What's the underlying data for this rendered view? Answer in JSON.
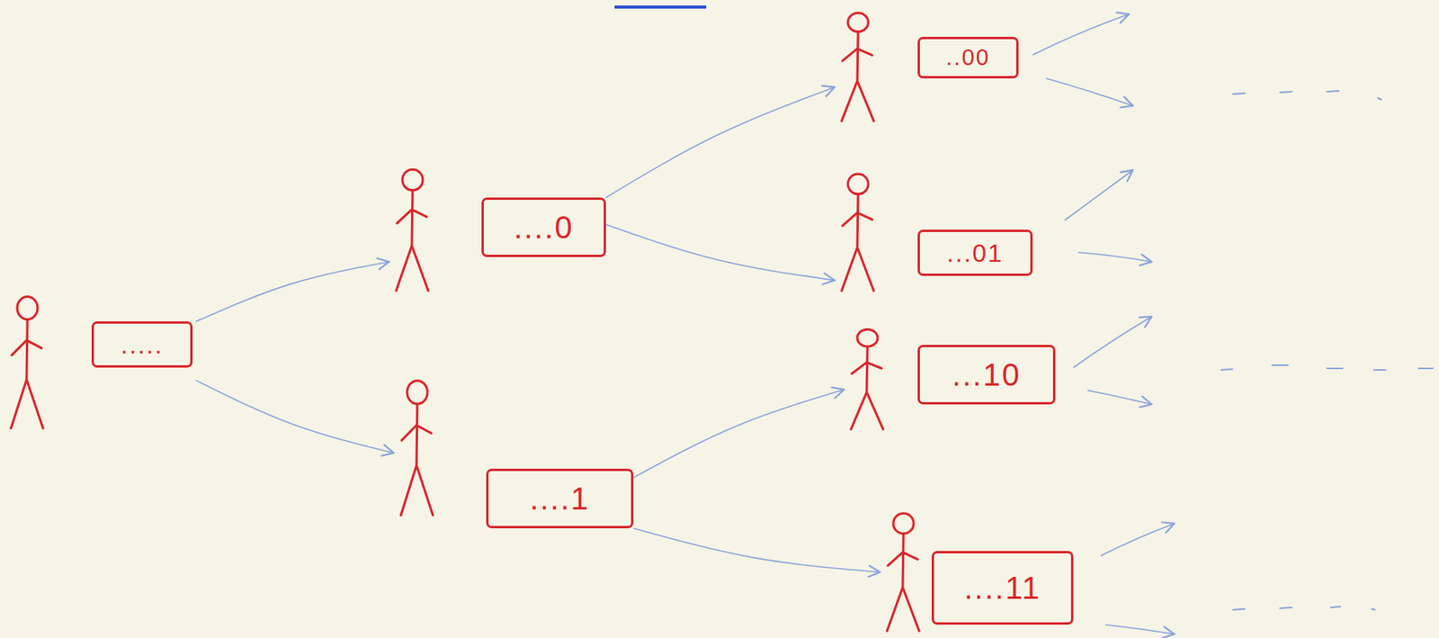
{
  "diagram": {
    "nodes": [
      {
        "text": [
          "....."
        ]
      },
      {
        "text": [
          "....0"
        ]
      },
      {
        "text": [
          "....1"
        ]
      },
      {
        "text": [
          "..00"
        ]
      },
      {
        "text": [
          "...01"
        ]
      },
      {
        "text": [
          "...10"
        ]
      },
      {
        "text": [
          "....11"
        ]
      }
    ],
    "edges": [
      {
        "from": 0,
        "to": 1,
        "arrow": "to"
      },
      {
        "from": 0,
        "to": 2,
        "arrow": "to"
      },
      {
        "from": 1,
        "to": 3,
        "arrow": "to"
      },
      {
        "from": 1,
        "to": 4,
        "arrow": "to"
      },
      {
        "from": 2,
        "to": 5,
        "arrow": "to"
      },
      {
        "from": 2,
        "to": 6,
        "arrow": "to"
      }
    ]
  }
}
